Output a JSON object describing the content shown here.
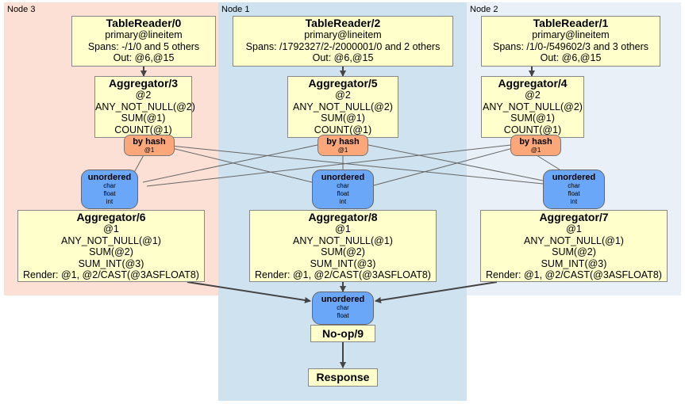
{
  "nodes": {
    "node3": {
      "label": "Node 3",
      "bg": "#fde0d5"
    },
    "node1": {
      "label": "Node 1",
      "bg": "#cfe2ef"
    },
    "node2": {
      "label": "Node 2",
      "bg": "#e9f0f8"
    }
  },
  "colors": {
    "processor": "#ffffcc",
    "hash_router": "#fba77a",
    "unordered_sync": "#6aa7f8"
  },
  "processors": {
    "tr0": {
      "title": "TableReader/0",
      "lines": [
        "primary@lineitem",
        "Spans: -/1/0 and 5 others",
        "Out: @6,@15"
      ]
    },
    "tr2": {
      "title": "TableReader/2",
      "lines": [
        "primary@lineitem",
        "Spans: /1792327/2-/2000001/0 and 2 others",
        "Out: @6,@15"
      ]
    },
    "tr1": {
      "title": "TableReader/1",
      "lines": [
        "primary@lineitem",
        "Spans: /1/0-/549602/3 and 3 others",
        "Out: @6,@15"
      ]
    },
    "agg3": {
      "title": "Aggregator/3",
      "lines": [
        "@2",
        "ANY_NOT_NULL(@2)",
        "SUM(@1)",
        "COUNT(@1)"
      ]
    },
    "agg5": {
      "title": "Aggregator/5",
      "lines": [
        "@2",
        "ANY_NOT_NULL(@2)",
        "SUM(@1)",
        "COUNT(@1)"
      ]
    },
    "agg4": {
      "title": "Aggregator/4",
      "lines": [
        "@2",
        "ANY_NOT_NULL(@2)",
        "SUM(@1)",
        "COUNT(@1)"
      ]
    },
    "agg6": {
      "title": "Aggregator/6",
      "lines": [
        "@1",
        "ANY_NOT_NULL(@1)",
        "SUM(@2)",
        "SUM_INT(@3)",
        "Render: @1, @2/CAST(@3ASFLOAT8)"
      ]
    },
    "agg8": {
      "title": "Aggregator/8",
      "lines": [
        "@1",
        "ANY_NOT_NULL(@1)",
        "SUM(@2)",
        "SUM_INT(@3)",
        "Render: @1, @2/CAST(@3ASFLOAT8)"
      ]
    },
    "agg7": {
      "title": "Aggregator/7",
      "lines": [
        "@1",
        "ANY_NOT_NULL(@1)",
        "SUM(@2)",
        "SUM_INT(@3)",
        "Render: @1, @2/CAST(@3ASFLOAT8)"
      ]
    },
    "noop9": {
      "title": "No-op/9"
    },
    "response": {
      "title": "Response"
    }
  },
  "routers": {
    "hash3": {
      "title": "by hash",
      "sub": "@1"
    },
    "hash5": {
      "title": "by hash",
      "sub": "@1"
    },
    "hash4": {
      "title": "by hash",
      "sub": "@1"
    }
  },
  "syncs": {
    "u6": {
      "title": "unordered",
      "types": [
        "char",
        "float",
        "int"
      ]
    },
    "u8": {
      "title": "unordered",
      "types": [
        "char",
        "float",
        "int"
      ]
    },
    "u7": {
      "title": "unordered",
      "types": [
        "char",
        "float",
        "int"
      ]
    },
    "ufinal": {
      "title": "unordered",
      "types": [
        "char",
        "float"
      ]
    }
  }
}
